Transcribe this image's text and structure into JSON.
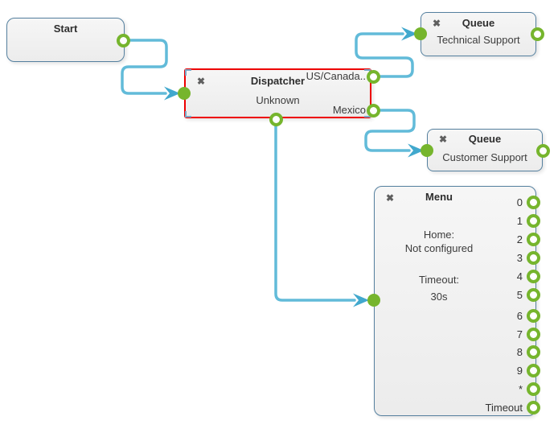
{
  "ui": {
    "close_glyph": "✖"
  },
  "colors": {
    "background": "#ffffff",
    "node_fill": "#efefef",
    "node_border": "#55809f",
    "selected_border": "#ee0000",
    "wire": "#62bbd9",
    "arrow": "#41a8cd",
    "port_green": "#76b52d",
    "text": "#333333",
    "close_icon_gray": "#5f5f5f"
  },
  "nodes": {
    "start": {
      "title": "Start"
    },
    "dispatcher": {
      "title": "Dispatcher",
      "subtitle": "Unknown",
      "selected": true,
      "output_top": "US/Canada..",
      "output_bottom": "Mexico"
    },
    "queue_technical": {
      "title": "Queue",
      "subtitle": "Technical Support"
    },
    "queue_customer": {
      "title": "Queue",
      "subtitle": "Customer Support"
    },
    "menu": {
      "title": "Menu",
      "home_label": "Home:",
      "home_value": "Not configured",
      "timeout_label": "Timeout:",
      "timeout_value": "30s",
      "ports": [
        "0",
        "1",
        "2",
        "3",
        "4",
        "5",
        "6",
        "7",
        "8",
        "9",
        "*",
        "Timeout"
      ]
    }
  },
  "connections": [
    {
      "from": "start",
      "to": "dispatcher"
    },
    {
      "from": "dispatcher.US/Canada",
      "to": "queue_technical"
    },
    {
      "from": "dispatcher.Mexico",
      "to": "queue_customer"
    },
    {
      "from": "dispatcher.bottom",
      "to": "menu"
    }
  ]
}
